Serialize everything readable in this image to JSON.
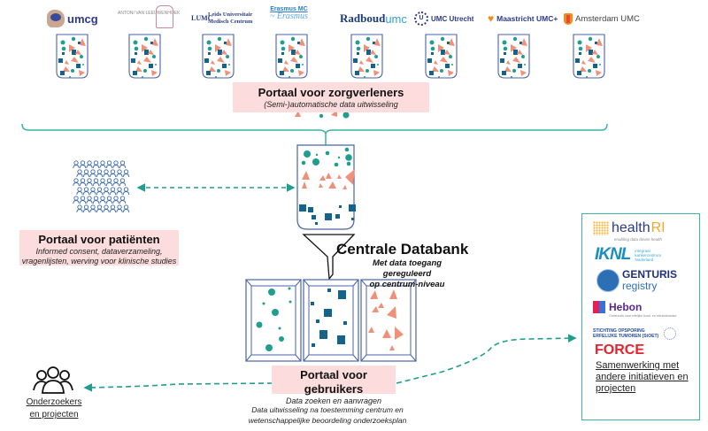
{
  "colors": {
    "teal": "#1f9e8f",
    "salmon": "#f0907a",
    "navy": "#15628a",
    "container_border": "#4a63a8",
    "portal_bg": "#fcdcdc",
    "connector": "#3bb3ac"
  },
  "logos": [
    {
      "name": "umcg",
      "label": "umcg",
      "color": "#2d3a8c"
    },
    {
      "name": "antoni-van-leeuwenhoek",
      "label": "ANTONI VAN LEEUWENHOEK",
      "color": "#8a8a8a"
    },
    {
      "name": "lumc",
      "label": "Leids Universitair Medisch Centrum",
      "mark": "LUMC",
      "color": "#2d3a8c"
    },
    {
      "name": "erasmus-mc",
      "label": "Erasmus MC",
      "color": "#2a7bd0"
    },
    {
      "name": "radboud-umc",
      "label": "Radboudumc",
      "label_main": "Radboud",
      "label_accent": "umc",
      "color": "#1a3a7a",
      "accent": "#2fa6dd"
    },
    {
      "name": "umc-utrecht",
      "label": "UMC Utrecht",
      "color": "#2d3a8c"
    },
    {
      "name": "maastricht-umc",
      "label": "Maastricht UMC+",
      "color": "#2d3a8c",
      "accent": "#f28a1e"
    },
    {
      "name": "amsterdam-umc",
      "label": "Amsterdam UMC",
      "color": "#444444",
      "accent": "#e85a1c"
    }
  ],
  "portals": {
    "zorgverleners": {
      "title": "Portaal voor zorgverleners",
      "subtitle": "(Semi-)automatische data uitwisseling"
    },
    "patienten": {
      "title": "Portaal voor patiënten",
      "subtitle_lines": [
        "Informed consent, dataverzameling,",
        "vragenlijsten, werving voor klinische studies"
      ]
    },
    "gebruikers": {
      "title": "Portaal voor gebruikers",
      "subtitle": "Data zoeken en aanvragen"
    }
  },
  "central": {
    "title": "Centrale Databank",
    "subtitle_lines": [
      "Met data toegang gereguleerd",
      "op centrum-niveau"
    ]
  },
  "researchers": {
    "label_lines": [
      "Onderzoekers",
      "en projecten"
    ]
  },
  "footnote_lines": [
    "Data uitwisseling na toestemming centrum en",
    "wetenschappelijke beoordeling onderzoeksplan"
  ],
  "partners": {
    "logos": [
      {
        "name": "health-ri",
        "label_main": "health",
        "label_accent": "RI",
        "tagline": "enabling data driven health"
      },
      {
        "name": "iknl",
        "label": "IKNL",
        "tagline_lines": [
          "integraal",
          "kankercentrum",
          "Nederland"
        ]
      },
      {
        "name": "genturis",
        "label_lines": [
          "GENTURIS",
          "registry"
        ]
      },
      {
        "name": "hebon",
        "label": "Hebon",
        "tagline": "Onderzoek naar erfelijke borst- en eierstokkanker"
      },
      {
        "name": "stoet",
        "label_lines": [
          "STICHTING OPSPORING",
          "ERFELIJKE TUMOREN (StOET)"
        ]
      },
      {
        "name": "force",
        "label": "FORCE"
      }
    ],
    "caption_lines": [
      "Samenwerking met",
      "andere initiatieven en",
      "projecten"
    ]
  }
}
